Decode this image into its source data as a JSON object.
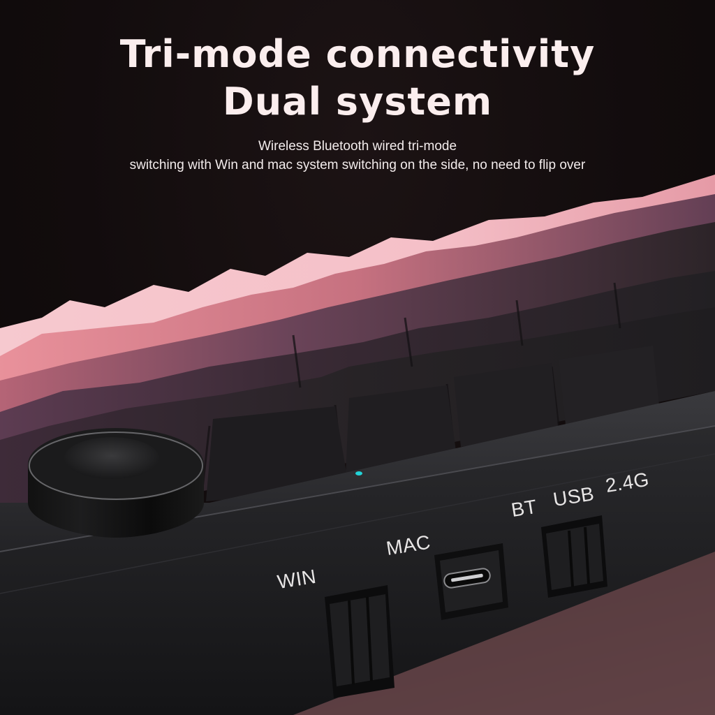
{
  "headline": {
    "line1": "Tri-mode connectivity",
    "line2": "Dual system"
  },
  "subtitle": {
    "line1": "Wireless Bluetooth wired tri-mode",
    "line2": "switching with Win and mac system switching on the side, no need to flip over"
  },
  "product": {
    "system_switch": {
      "labels": [
        "WIN",
        "MAC"
      ]
    },
    "port": {
      "type": "usb-c-port"
    },
    "mode_switch": {
      "labels": [
        "BT",
        "USB",
        "2.4G"
      ]
    },
    "knob": {
      "type": "rotary-knob"
    }
  },
  "colors": {
    "background": "#120c0d",
    "text": "#fbeeee",
    "keycap_light_pink": "#f4c6cc",
    "keycap_pink": "#d8808b",
    "keycap_mauve": "#5e3f52",
    "keycap_dark": "#242124",
    "case": "#1d1d1f",
    "floor": "#6a4a4e",
    "indicator_led": "#22d3d8"
  }
}
